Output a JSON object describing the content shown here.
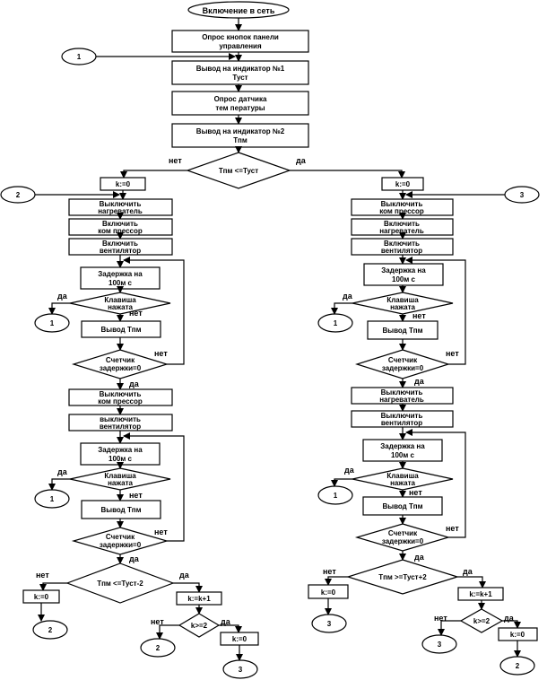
{
  "start": "Включение в сеть",
  "main": {
    "poll_buttons": [
      "Опрос кнопок панели",
      "управления"
    ],
    "display1": [
      "Вывод на индикатор №1",
      "Туст"
    ],
    "poll_sensor": [
      "Опрос датчика",
      "тем пературы"
    ],
    "display2": [
      "Вывод на индикатор №2",
      "Тпм"
    ],
    "decision": "Тпм <=Туст",
    "no": "нет",
    "yes": "да"
  },
  "connectors": {
    "c1": "1",
    "c2": "2",
    "c3": "3"
  },
  "left": {
    "k_reset": "k:=0",
    "heater_off": [
      "Выключить",
      "нагреватель"
    ],
    "compressor_on": [
      "Включить",
      "ком прессор"
    ],
    "fan_on": [
      "Включить",
      "вентилятор"
    ],
    "delay": [
      "Задержка на",
      "100м с"
    ],
    "key": [
      "Клавиша",
      "нажата"
    ],
    "yes": "да",
    "no": "нет",
    "output": "Вывод Тпм",
    "counter": [
      "Счетчик",
      "задержки=0"
    ],
    "compressor_off": [
      "Выключить",
      "ком прессор"
    ],
    "fan_off": [
      "выключить",
      "вентилятор"
    ],
    "delay2": [
      "Задержка на",
      "100м с"
    ],
    "key2": [
      "Клавиша",
      "нажата"
    ],
    "output2": "Вывод Тпм",
    "counter2": [
      "Счетчик",
      "задержки=0"
    ],
    "final_decision": "Тпм <=Туст-2",
    "k_zero": "k:=0",
    "k_inc": "k:=k+1",
    "k_cmp": "k>=2",
    "k_zero2": "k:=0"
  },
  "right": {
    "k_reset": "k:=0",
    "compressor_off": [
      "Выключить",
      "ком прессор"
    ],
    "heater_on": [
      "Включить",
      "нагреватель"
    ],
    "fan_on": [
      "Включить",
      "вентилятор"
    ],
    "delay": [
      "Задержка на",
      "100м с"
    ],
    "key": [
      "Клавиша",
      "нажата"
    ],
    "yes": "да",
    "no": "нет",
    "output": "Вывод Тпм",
    "counter": [
      "Счетчик",
      "задержки=0"
    ],
    "heater_off": [
      "Выключить",
      "нагреватель"
    ],
    "fan_off": [
      "Выключить",
      "вентилятор"
    ],
    "delay2": [
      "Задержка на",
      "100м с"
    ],
    "key2": [
      "Клавиша",
      "нажата"
    ],
    "output2": "Вывод Тпм",
    "counter2": [
      "Счетчик",
      "задержки=0"
    ],
    "final_decision": "Тпм >=Туст+2",
    "k_zero": "k:=0",
    "k_inc": "k:=k+1",
    "k_cmp": "k>=2",
    "k_zero2": "k:=0"
  }
}
